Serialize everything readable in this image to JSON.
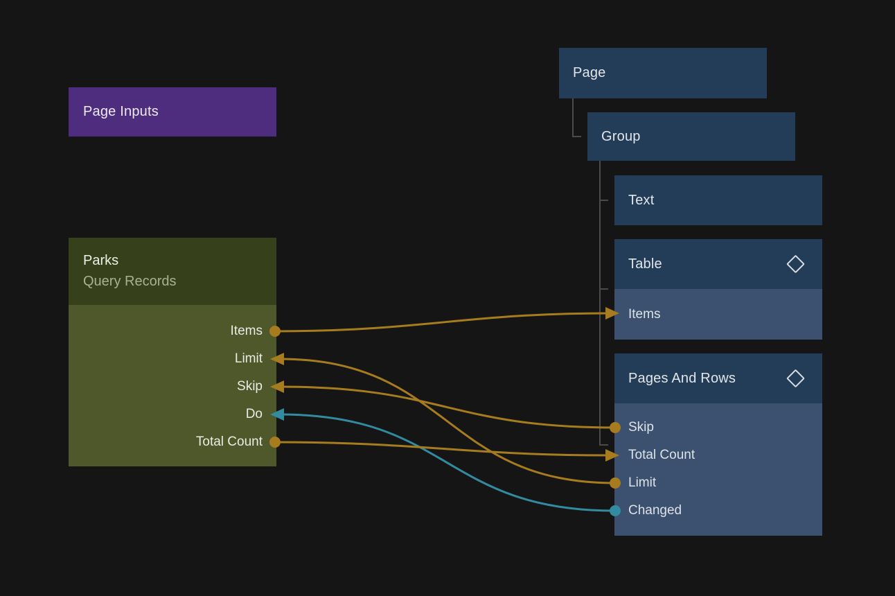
{
  "colors": {
    "background": "#151515",
    "page_inputs_purple": "#4E2D7E",
    "parks_header_olive": "#36401B",
    "parks_body_olive": "#4E582B",
    "tree_header_navy": "#233C57",
    "tree_row_slate": "#3B516F",
    "wire_gold": "#A67C1F",
    "wire_teal": "#338BA0",
    "tree_connector_gray": "#4B4B4B"
  },
  "page_inputs": {
    "label": "Page Inputs"
  },
  "parks": {
    "title": "Parks",
    "subtitle": "Query Records",
    "ports": [
      {
        "label": "Items",
        "direction": "output"
      },
      {
        "label": "Limit",
        "direction": "input"
      },
      {
        "label": "Skip",
        "direction": "input"
      },
      {
        "label": "Do",
        "direction": "input"
      },
      {
        "label": "Total Count",
        "direction": "output"
      }
    ]
  },
  "tree": {
    "page": {
      "label": "Page"
    },
    "group": {
      "label": "Group"
    },
    "text": {
      "label": "Text"
    },
    "table": {
      "label": "Table",
      "icon": "diamond-icon",
      "ports": [
        {
          "label": "Items",
          "direction": "input"
        }
      ]
    },
    "pages_and_rows": {
      "label": "Pages And Rows",
      "icon": "diamond-icon",
      "ports": [
        {
          "label": "Skip",
          "direction": "output"
        },
        {
          "label": "Total Count",
          "direction": "input"
        },
        {
          "label": "Limit",
          "direction": "output"
        },
        {
          "label": "Changed",
          "direction": "output"
        }
      ]
    }
  },
  "connections": [
    {
      "from": "Parks.Items",
      "to": "Table.Items",
      "color": "gold"
    },
    {
      "from": "Pages And Rows.Skip",
      "to": "Parks.Skip",
      "color": "gold"
    },
    {
      "from": "Pages And Rows.Limit",
      "to": "Parks.Limit",
      "color": "gold"
    },
    {
      "from": "Pages And Rows.Changed",
      "to": "Parks.Do",
      "color": "teal"
    },
    {
      "from": "Parks.Total Count",
      "to": "Pages And Rows.Total Count",
      "color": "gold"
    }
  ]
}
